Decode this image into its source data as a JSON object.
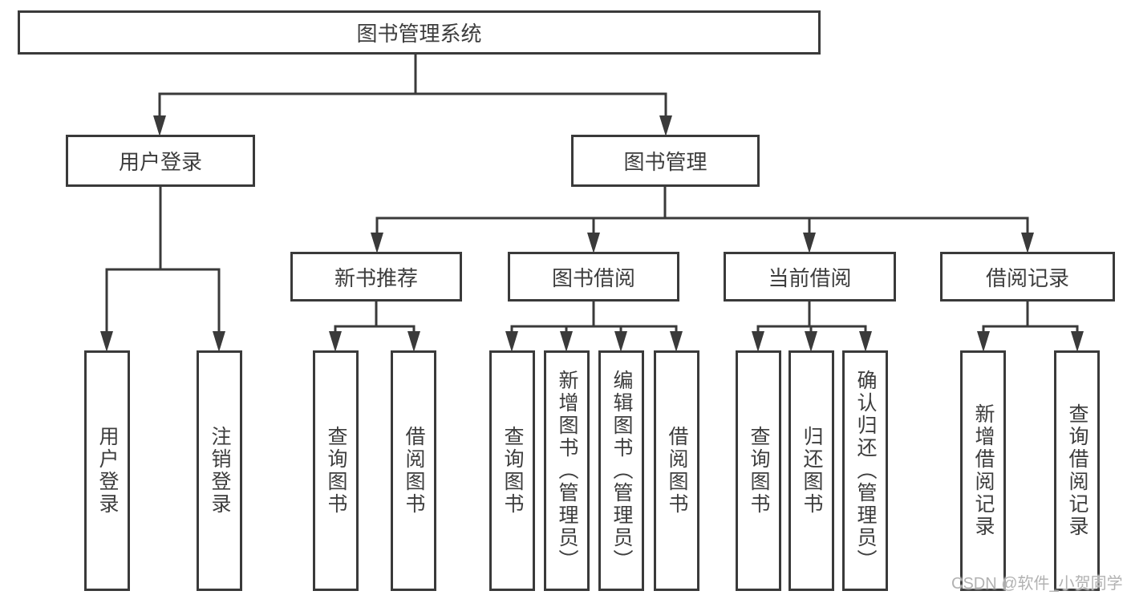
{
  "tree": {
    "root": "图书管理系统",
    "branches": [
      {
        "label": "用户登录",
        "children": [
          "用户登录",
          "注销登录"
        ]
      },
      {
        "label": "图书管理",
        "sections": [
          {
            "label": "新书推荐",
            "children": [
              "查询图书",
              "借阅图书"
            ]
          },
          {
            "label": "图书借阅",
            "children": [
              "查询图书",
              "新增图书（管理员）",
              "编辑图书（管理员）",
              "借阅图书"
            ]
          },
          {
            "label": "当前借阅",
            "children": [
              "查询图书",
              "归还图书",
              "确认归还（管理员）"
            ]
          },
          {
            "label": "借阅记录",
            "children": [
              "新增借阅记录",
              "查询借阅记录"
            ]
          }
        ]
      }
    ]
  },
  "watermark": "CSDN @软件_小贺同学",
  "colors": {
    "line": "#3a3a3a",
    "text": "#3d3d3d",
    "watermark": "#b2b2b2",
    "background": "#ffffff"
  }
}
